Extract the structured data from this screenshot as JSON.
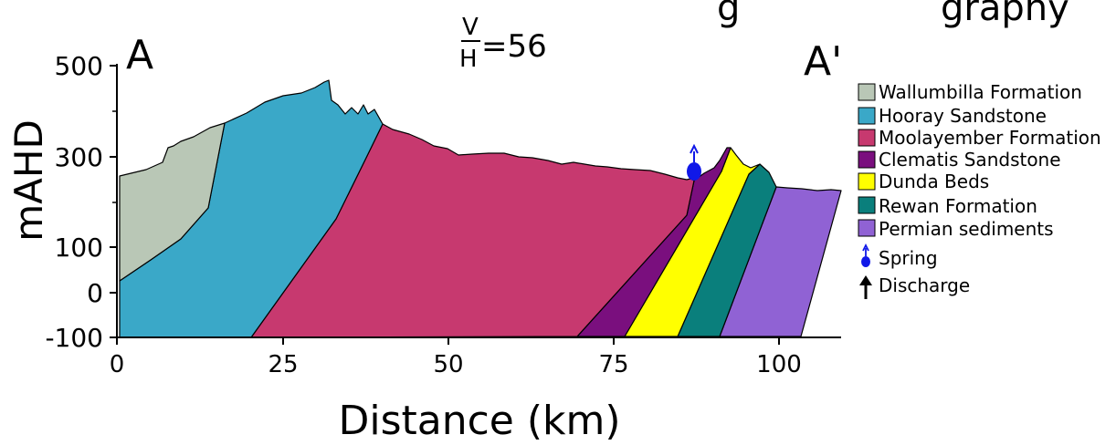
{
  "figure": {
    "title_partial": "g",
    "title_partial_right": "graphy",
    "endpoint_left": "A",
    "endpoint_right": "A'",
    "ratio_numerator": "V",
    "ratio_denominator": "H",
    "ratio_value": "=56"
  },
  "axes": {
    "y_label": "mAHD",
    "x_label": "Distance (km)",
    "y_ticks": [
      "500",
      "300",
      "100",
      "0",
      "-100"
    ],
    "x_ticks": [
      "0",
      "25",
      "50",
      "75",
      "100"
    ]
  },
  "legend": [
    {
      "label": "Wallumbilla Formation",
      "color": "#b9c7b6"
    },
    {
      "label": "Hooray Sandstone",
      "color": "#3aa8c8"
    },
    {
      "label": "Moolayember Formation",
      "color": "#c7396f"
    },
    {
      "label": "Clematis Sandstone",
      "color": "#7a0f7e"
    },
    {
      "label": "Dunda Beds",
      "color": "#ffff00"
    },
    {
      "label": "Rewan Formation",
      "color": "#0a7f7c"
    },
    {
      "label": "Permian sediments",
      "color": "#9062d4"
    }
  ],
  "legend_symbols": [
    {
      "label": "Spring",
      "icon": "spring-icon",
      "color": "#1018e8"
    },
    {
      "label": "Discharge",
      "icon": "arrow-up-icon",
      "color": "#000000"
    }
  ]
}
